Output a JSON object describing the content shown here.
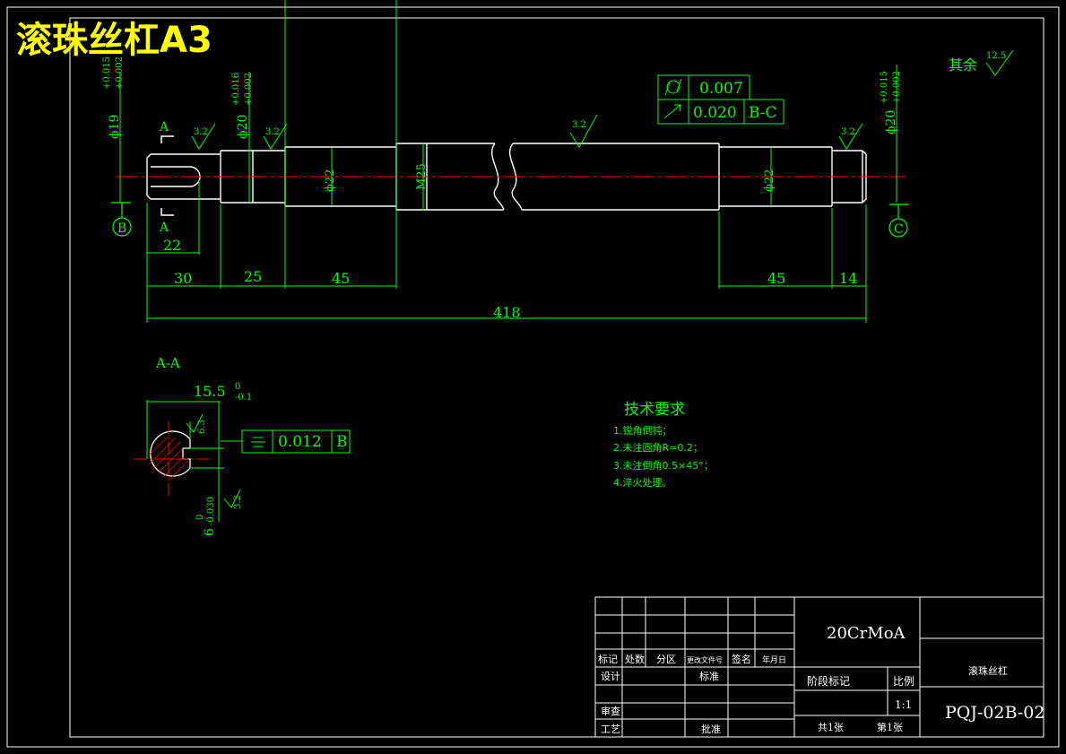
{
  "title": "滚珠丝杠A3",
  "shaft": {
    "dims": {
      "d19": "ϕ19",
      "d19_tol_up": "+0.015",
      "d19_tol_low": "+0.002",
      "d20_left": "ϕ20",
      "d20_left_tol_up": "+0.016",
      "d20_left_tol_low": "+0.002",
      "d20_right": "ϕ20",
      "d20_right_tol_up": "+0.015",
      "d20_right_tol_low": "+0.002",
      "d22_left": "ϕ22",
      "d22_right": "ϕ22",
      "m25": "M25",
      "len_22": "22",
      "len_30": "30",
      "len_25": "25",
      "len_45_left": "45",
      "len_45_right": "45",
      "len_14": "14",
      "len_418": "418"
    },
    "roughness": {
      "r1": "3.2",
      "r2": "3.2",
      "r3": "3.2",
      "r4": "3.2",
      "rest_label": "其余",
      "rest_value": "12.5"
    },
    "section_marks": {
      "a_top": "A",
      "a_bottom": "A"
    },
    "datums": {
      "b": "B",
      "c": "C"
    },
    "tolerance_frames": {
      "cylindricity_value": "0.007",
      "runout_value": "0.020",
      "runout_datum": "B-C"
    }
  },
  "section_view": {
    "label": "A-A",
    "width_dim": "15.5",
    "width_tol_up": "0",
    "width_tol_low": "-0.1",
    "rough_63": "6.3",
    "rough_32": "3.2",
    "key_dim": "6",
    "key_tol_up": "0",
    "key_tol_low": "-0.030",
    "sym_value": "0.012",
    "sym_datum": "B"
  },
  "tech_req": {
    "title": "技术要求",
    "items": [
      "1.锐角倒钝；",
      "2.未注圆角R=0.2；",
      "3.未注倒角0.5×45°；",
      "4.淬火处理。"
    ]
  },
  "title_block": {
    "material": "20CrMoA",
    "part_name": "滚珠丝杠",
    "drawing_no": "PQJ-02B-02",
    "labels": {
      "mark": "标记",
      "count": "处数",
      "zone": "分区",
      "change_doc": "更改文件号",
      "sign": "签名",
      "date": "年月日",
      "design": "设计",
      "standard": "标准",
      "review": "审查",
      "process": "工艺",
      "approve": "批准",
      "stage_mark": "阶段标记",
      "scale": "比例",
      "scale_value": "1:1",
      "total_sheets": "共1张",
      "sheet_no": "第1张"
    }
  },
  "colors": {
    "frame": "#ffffff",
    "dimension": "#00ff00",
    "centerline": "#ff0000",
    "title": "#ffff00",
    "hatch": "#ff0000"
  }
}
